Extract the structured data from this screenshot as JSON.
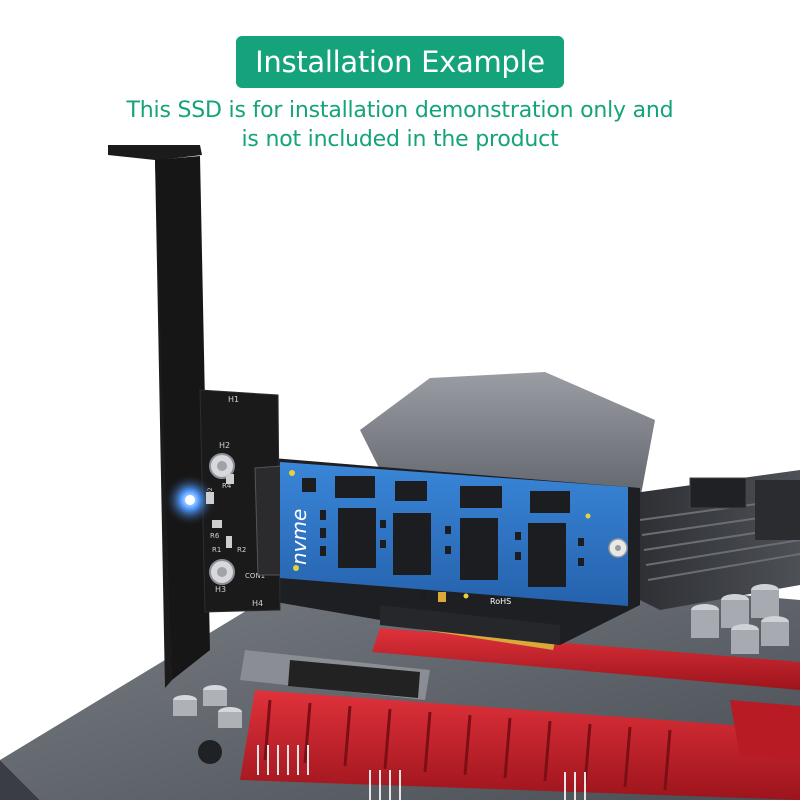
{
  "header": {
    "title": "Installation Example",
    "subtitle_line1": "This SSD is for installation demonstration only and",
    "subtitle_line2": "is not included in the product"
  },
  "ssd": {
    "brand_text": "nvme",
    "rohs_text": "RoHS"
  },
  "adapter": {
    "labels": {
      "h1": "H1",
      "h2": "H2",
      "h3": "H3",
      "h4": "H4",
      "r4": "R4",
      "r6": "R6",
      "r1": "R1",
      "r2": "R2",
      "led2": "LED2",
      "con1": "CON1"
    }
  },
  "colors": {
    "accent_green": "#14a37a",
    "ssd_blue": "#2f76c9",
    "slot_red": "#c8202a",
    "bracket_black": "#1b1b1b",
    "led_blue": "#3b8bff"
  }
}
